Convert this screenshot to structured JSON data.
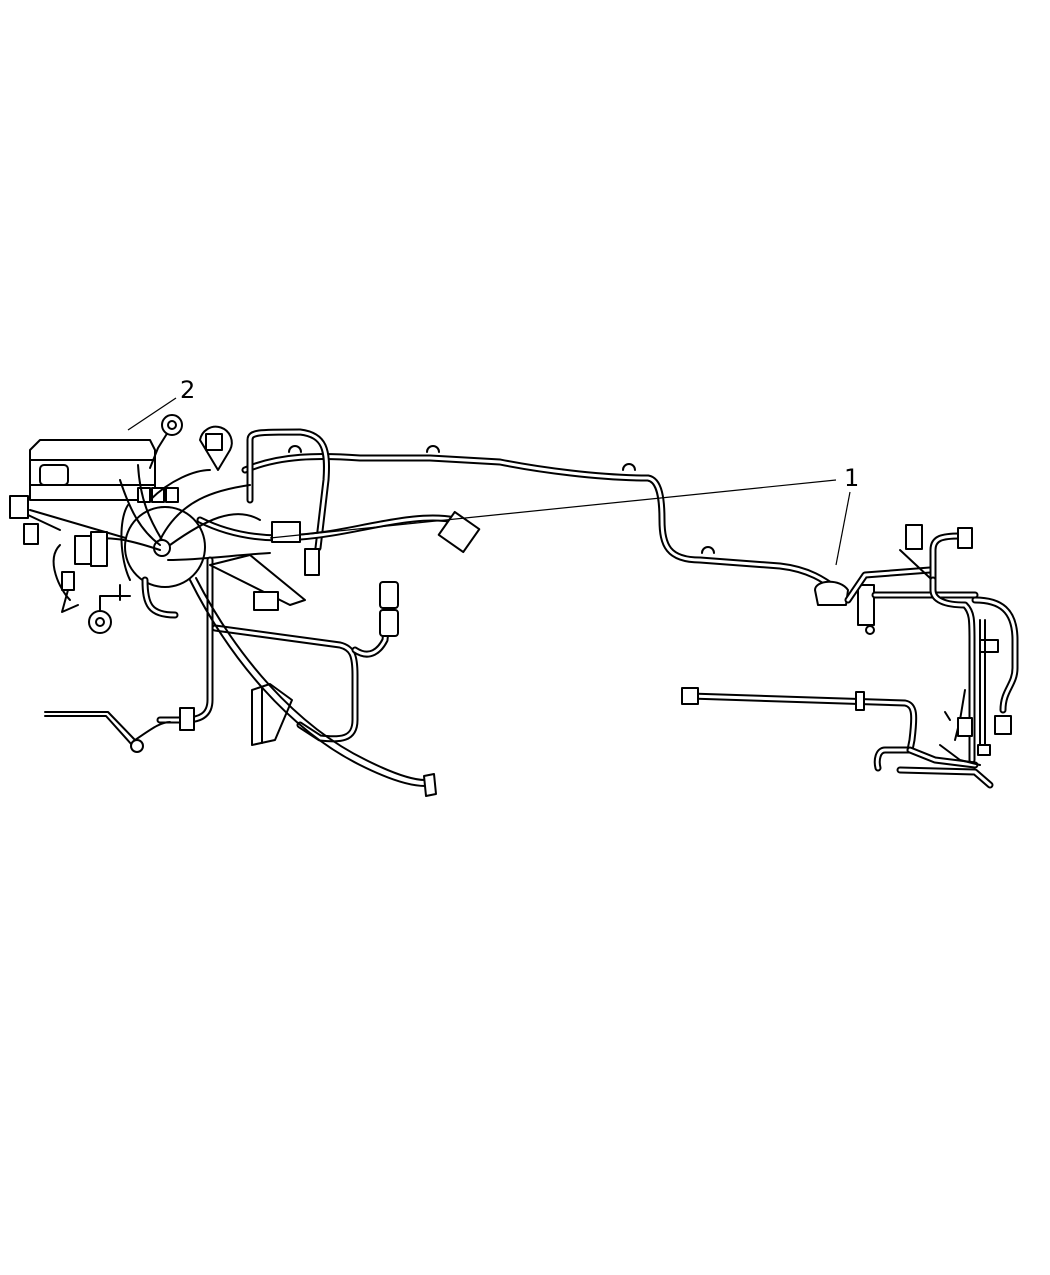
{
  "callouts": [
    {
      "id": "1",
      "label": "1"
    },
    {
      "id": "2",
      "label": "2"
    }
  ],
  "colors": {
    "ink": "#000000",
    "paper": "#ffffff"
  }
}
